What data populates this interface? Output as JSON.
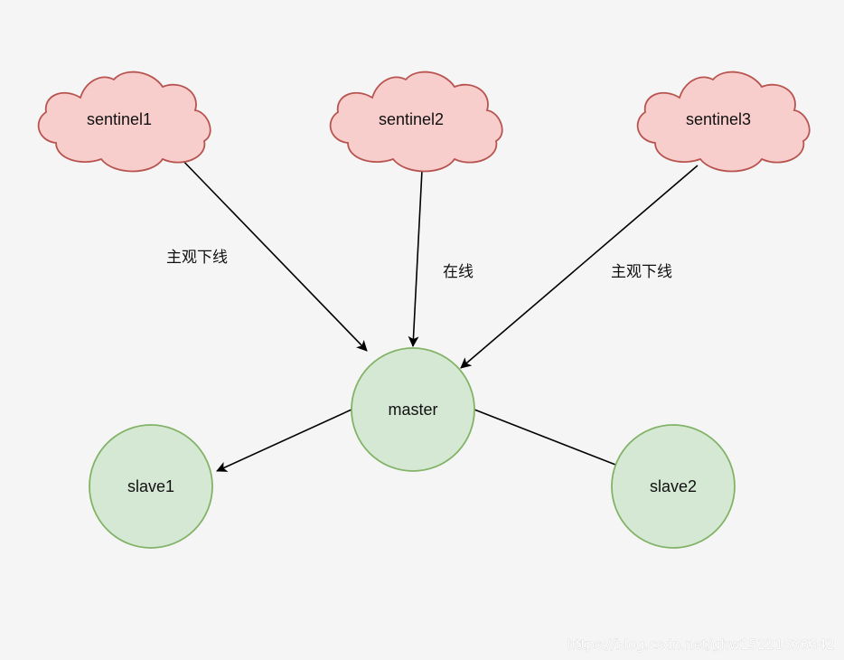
{
  "nodes": {
    "sentinel1": {
      "label": "sentinel1"
    },
    "sentinel2": {
      "label": "sentinel2"
    },
    "sentinel3": {
      "label": "sentinel3"
    },
    "master": {
      "label": "master"
    },
    "slave1": {
      "label": "slave1"
    },
    "slave2": {
      "label": "slave2"
    }
  },
  "edges": {
    "sentinel1_to_master": {
      "label": "主观下线"
    },
    "sentinel2_to_master": {
      "label": "在线"
    },
    "sentinel3_to_master": {
      "label": "主观下线"
    },
    "master_to_slave1": {
      "label": ""
    },
    "master_to_slave2": {
      "label": ""
    }
  },
  "watermark": "https://blog.csdn.net/ghw15221836342",
  "colors": {
    "background": "#f5f5f5",
    "sentinel_fill": "#f8cecc",
    "sentinel_stroke": "#b85450",
    "node_fill": "#d5e8d4",
    "node_stroke": "#82b366",
    "edge": "#000000"
  }
}
